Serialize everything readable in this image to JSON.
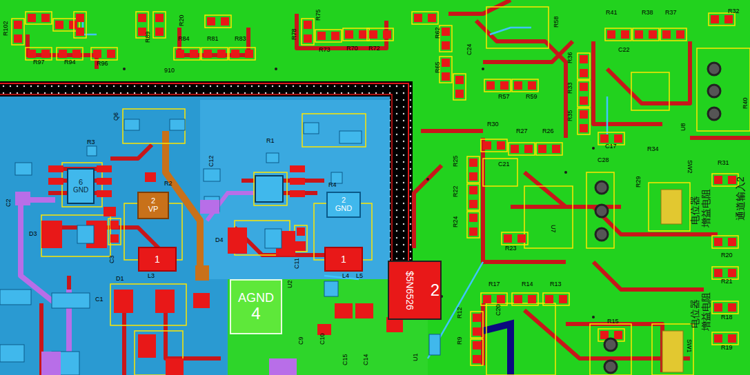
{
  "diagram": {
    "nodes": [
      {
        "text": [
          "6",
          "GND"
        ]
      },
      {
        "text": [
          "2",
          "VP"
        ]
      },
      {
        "text": [
          "2",
          "GND"
        ]
      },
      {
        "text": [
          "1"
        ]
      },
      {
        "text": [
          "1"
        ]
      },
      {
        "text": [
          "AGND",
          "4"
        ]
      },
      {
        "text": [
          "$5N6526",
          "2"
        ]
      }
    ],
    "labels": [
      "R102",
      "R97",
      "R94",
      "R96",
      "R84",
      "R81",
      "R83",
      "R89",
      "910",
      "R20",
      "R78",
      "R75",
      "R73",
      "R70",
      "R72",
      "R62",
      "R65",
      "C24",
      "R58",
      "R41",
      "R38",
      "R37",
      "R32",
      "C22",
      "R36",
      "R33",
      "R57",
      "R59",
      "R35",
      "U8",
      "R40",
      "R30",
      "R27",
      "R26",
      "C21",
      "C17",
      "R34",
      "C28",
      "SW2",
      "R31",
      "R25",
      "R22",
      "R24",
      "U7",
      "R23",
      "R29",
      "电位器",
      "增益电阻",
      "通道输入2",
      "R20",
      "R21",
      "R17",
      "R14",
      "R13",
      "C20",
      "R12",
      "R9",
      "R15",
      "电位器",
      "增益电阻",
      "SW1",
      "R18",
      "R19",
      "Q6",
      "R3",
      "R2",
      "C2",
      "D3",
      "C3",
      "C12",
      "R1",
      "R4",
      "D4",
      "C11",
      "L3",
      "D1",
      "C1",
      "L4",
      "L5",
      "U2",
      "C9",
      "C10",
      "C15",
      "C14",
      "U1"
    ]
  }
}
